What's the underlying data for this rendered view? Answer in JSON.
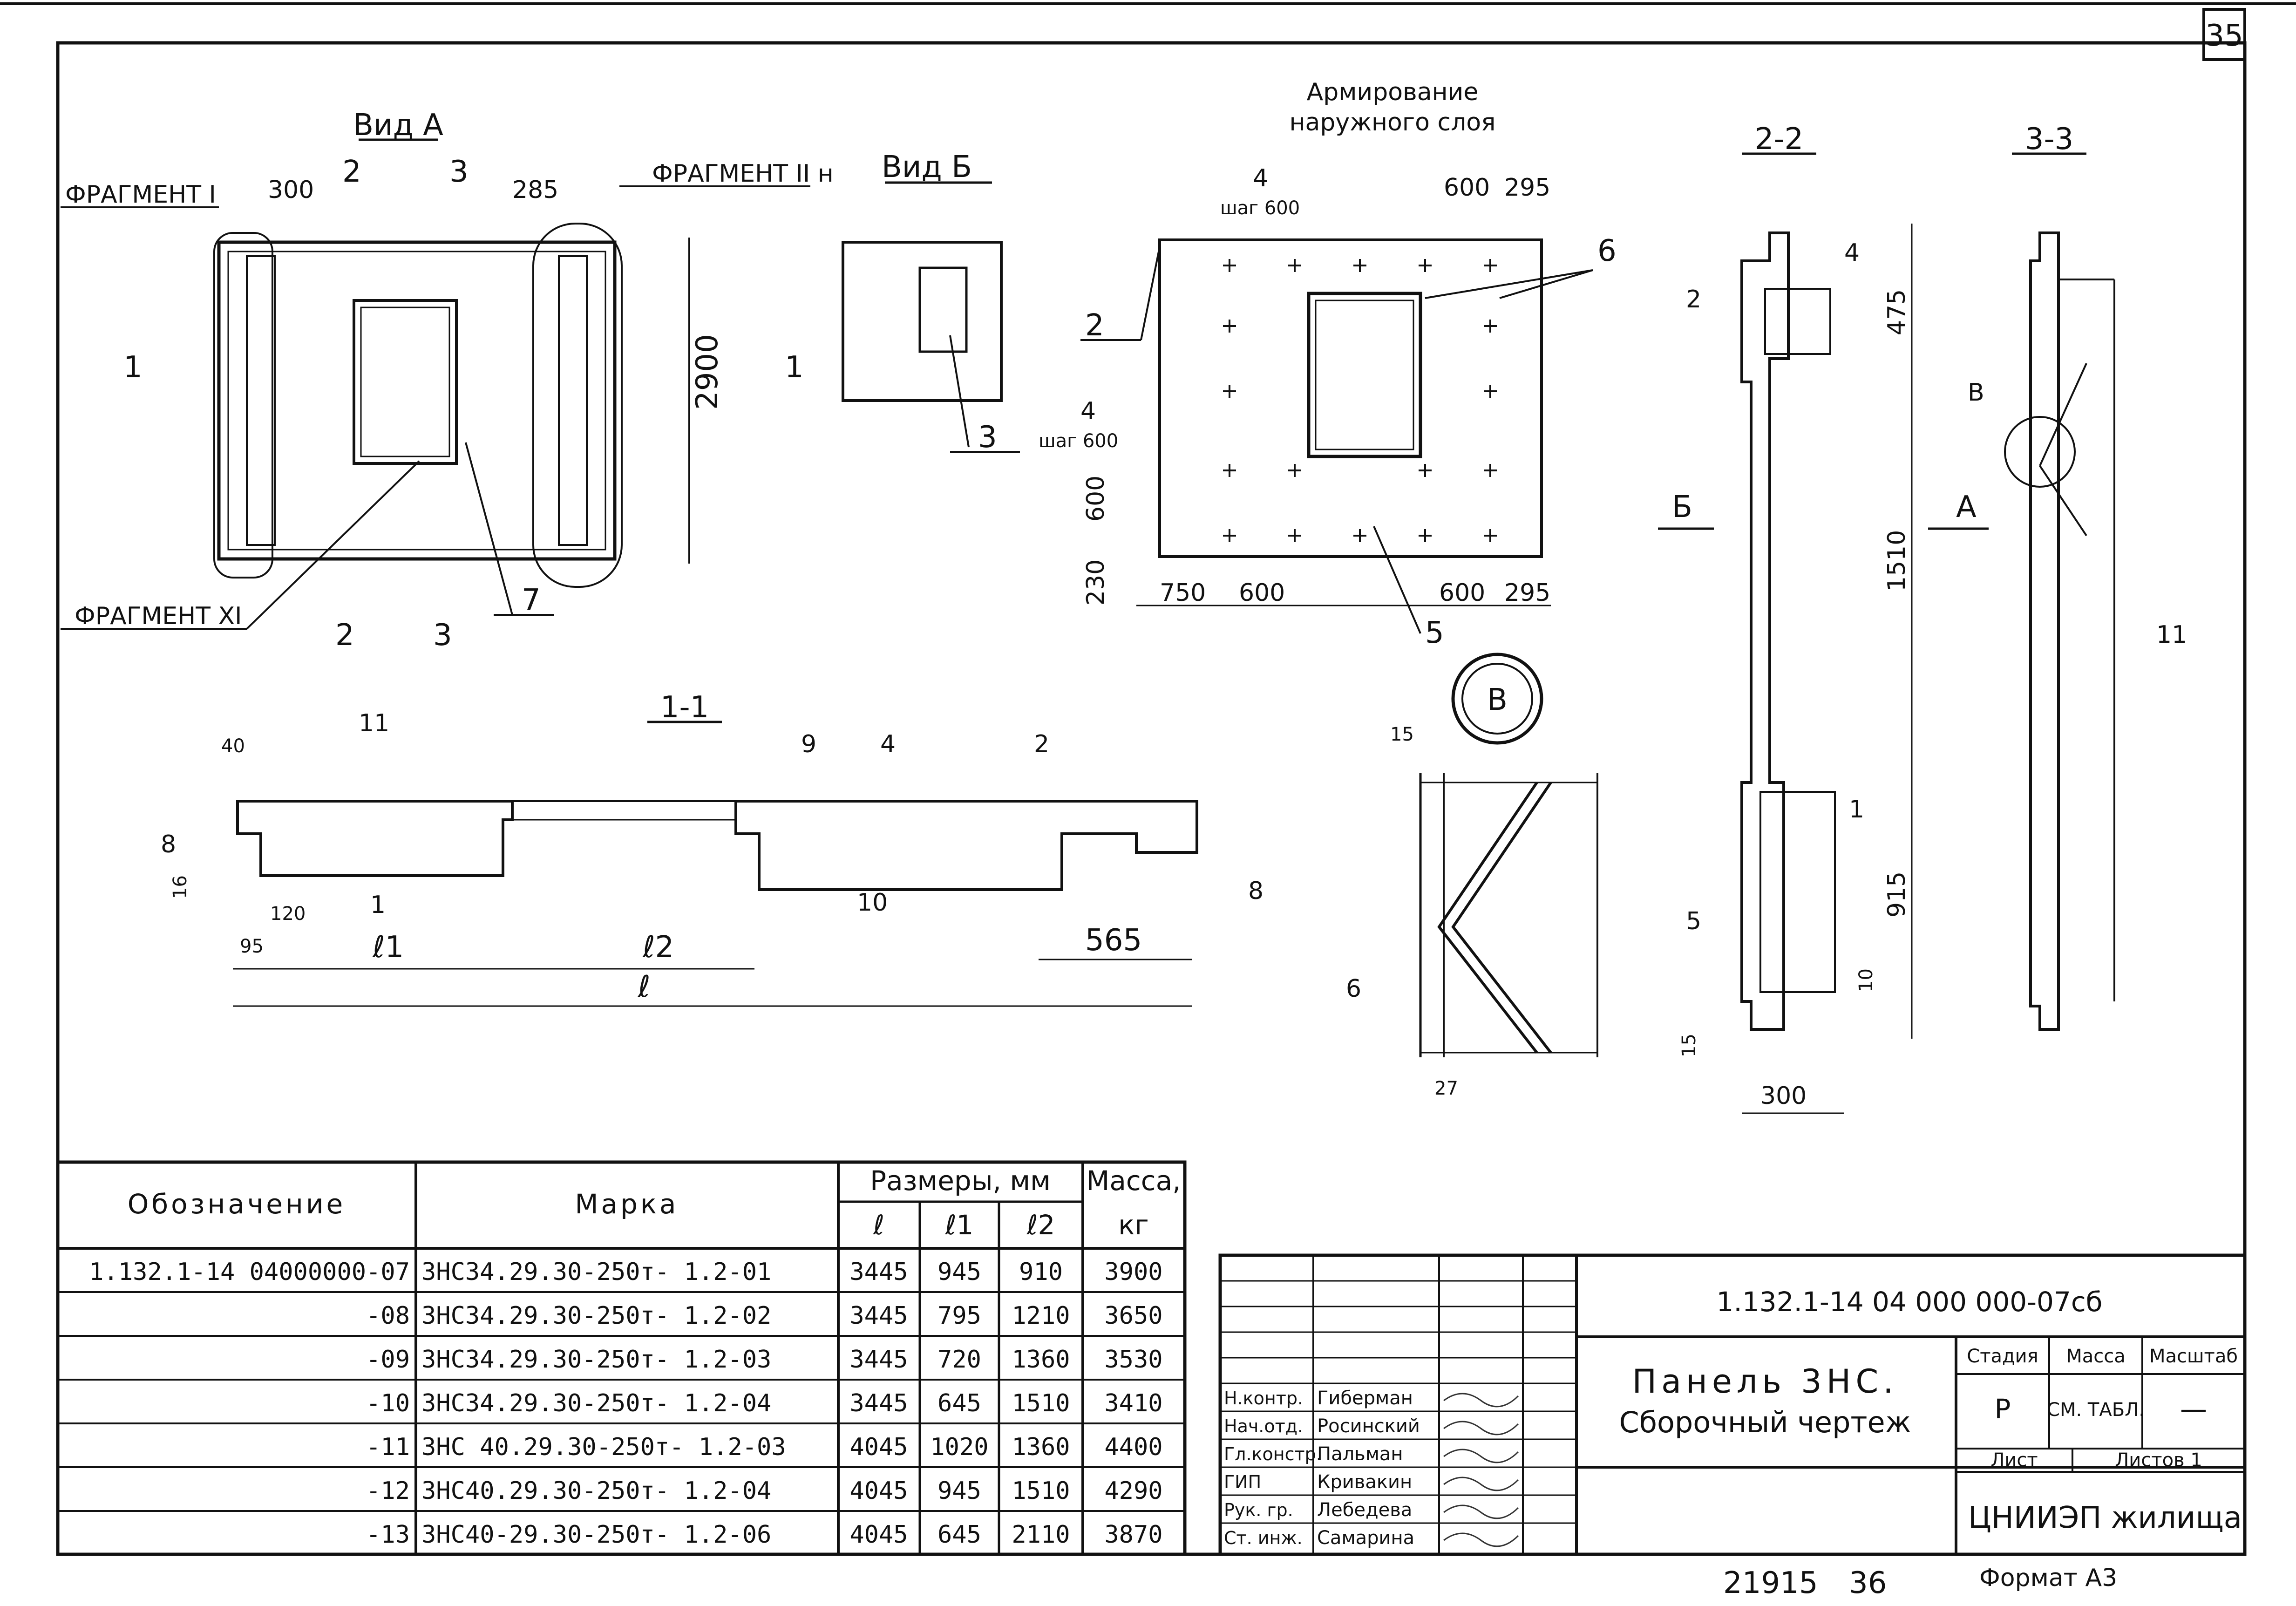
{
  "sheet_number": "35",
  "views": {
    "view_a": {
      "title": "Вид А",
      "fragment_1": "ФРАГМЕНТ I",
      "fragment_2": "ФРАГМЕНТ II н",
      "fragment_11": "ФРАГМЕНТ XI",
      "dims": [
        "300",
        "285",
        "2900"
      ],
      "section_marks": [
        "2",
        "3",
        "1",
        "1",
        "2",
        "3"
      ],
      "callout": "7"
    },
    "view_b": {
      "title": "Вид Б",
      "callout": "3"
    },
    "reinforcement": {
      "title_line1": "Армирование",
      "title_line2": "наружного слоя",
      "callouts": [
        "4",
        "шаг 600",
        "4",
        "шаг 600",
        "2",
        "6",
        "5"
      ],
      "dims": [
        "600",
        "295",
        "600",
        "230",
        "750",
        "600",
        "600",
        "295"
      ]
    },
    "section_11": {
      "title": "1-1",
      "callouts": [
        "11",
        "9",
        "4",
        "2",
        "8",
        "8",
        "1",
        "10"
      ],
      "dims": [
        "40",
        "16",
        "120",
        "95",
        "ℓ1",
        "ℓ2",
        "ℓ",
        "565"
      ]
    },
    "section_22": {
      "title": "2-2",
      "callouts": [
        "2",
        "4",
        "5",
        "1"
      ],
      "dims": [
        "475",
        "1510",
        "915",
        "10",
        "15",
        "300"
      ],
      "arrow_left": "Б",
      "arrow_right": "А"
    },
    "section_33": {
      "title": "3-3",
      "callouts": [
        "В",
        "11"
      ]
    },
    "detail_v": {
      "title": "В",
      "callouts": [
        "6"
      ],
      "dims": [
        "15",
        "27"
      ]
    }
  },
  "table": {
    "headers": {
      "designation": "Обозначение",
      "mark": "Марка",
      "sizes": "Размеры, мм",
      "mass": "Масса,",
      "l": "ℓ",
      "l1": "ℓ1",
      "l2": "ℓ2",
      "kg": "кг"
    },
    "rows": [
      {
        "designation": "1.132.1-14  04000000-07",
        "mark": "3НС34.29.30-250т- 1.2-01",
        "l": "3445",
        "l1": "945",
        "l2": "910",
        "mass": "3900"
      },
      {
        "designation": "-08",
        "mark": "3НС34.29.30-250т- 1.2-02",
        "l": "3445",
        "l1": "795",
        "l2": "1210",
        "mass": "3650"
      },
      {
        "designation": "-09",
        "mark": "3НС34.29.30-250т- 1.2-03",
        "l": "3445",
        "l1": "720",
        "l2": "1360",
        "mass": "3530"
      },
      {
        "designation": "-10",
        "mark": "3НС34.29.30-250т- 1.2-04",
        "l": "3445",
        "l1": "645",
        "l2": "1510",
        "mass": "3410"
      },
      {
        "designation": "-11",
        "mark": "3НС 40.29.30-250т- 1.2-03",
        "l": "4045",
        "l1": "1020",
        "l2": "1360",
        "mass": "4400"
      },
      {
        "designation": "-12",
        "mark": "3НС40.29.30-250т- 1.2-04",
        "l": "4045",
        "l1": "945",
        "l2": "1510",
        "mass": "4290"
      },
      {
        "designation": "-13",
        "mark": "3НС40-29.30-250т- 1.2-06",
        "l": "4045",
        "l1": "645",
        "l2": "2110",
        "mass": "3870"
      }
    ]
  },
  "title_block": {
    "doc_code": "1.132.1-14   04 000 000-07сб",
    "title_line1": "Панель 3НС.",
    "title_line2": "Сборочный чертеж",
    "stage_label": "Стадия",
    "mass_label": "Масса",
    "scale_label": "Масштаб",
    "stage": "Р",
    "mass": "СМ. ТАБЛ.",
    "scale": "—",
    "sheet_label": "Лист",
    "sheets_label": "Листов 1",
    "org": "ЦНИИЭП жилища",
    "signatures": [
      {
        "role": "Н.контр.",
        "name": "Гиберман"
      },
      {
        "role": "Нач.отд.",
        "name": "Росинский"
      },
      {
        "role": "Гл.констр.",
        "name": "Пальман"
      },
      {
        "role": "ГИП",
        "name": "Кривакин"
      },
      {
        "role": "Рук. гр.",
        "name": "Лебедева"
      },
      {
        "role": "Ст. инж.",
        "name": "Самарина"
      }
    ],
    "footer_number": "21915",
    "footer_page": "36",
    "format": "Формат А3"
  }
}
